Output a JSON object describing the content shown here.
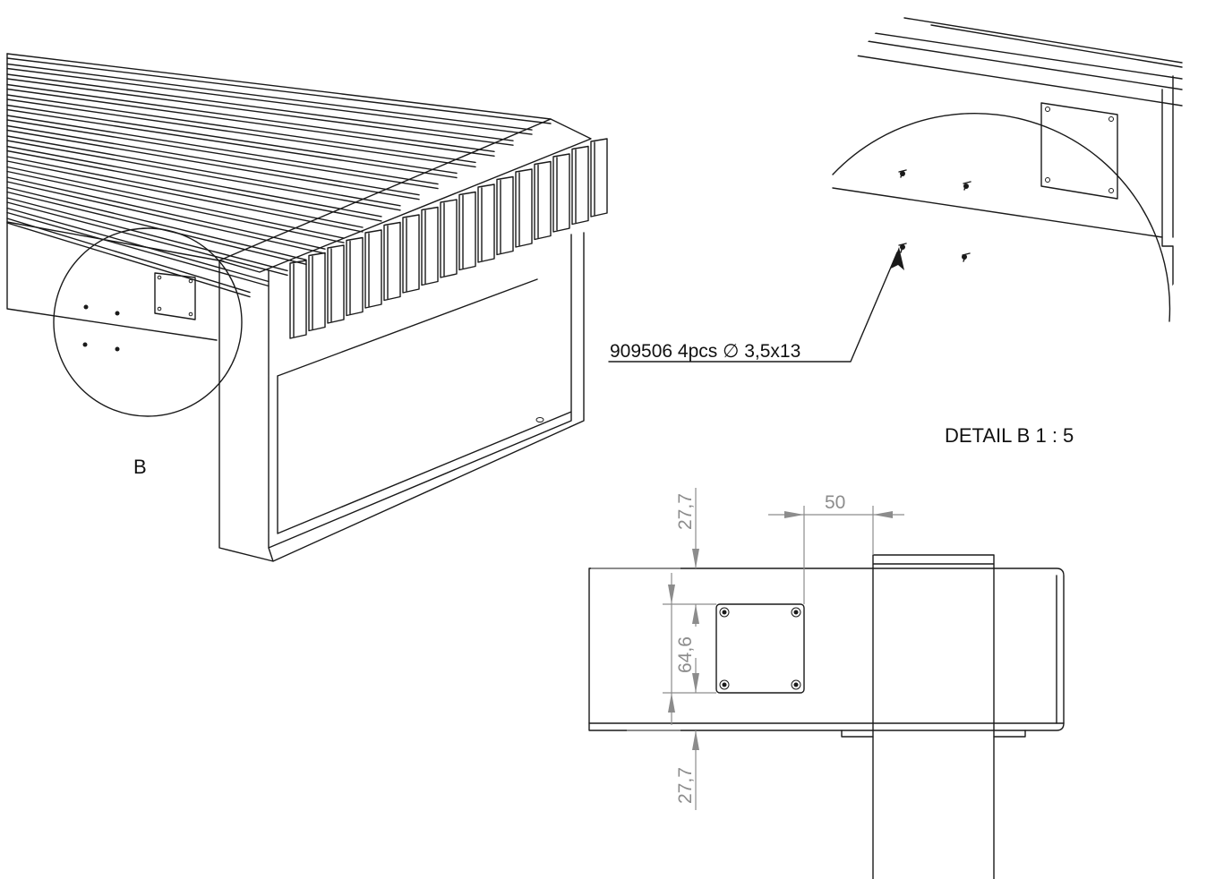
{
  "labels": {
    "detail_marker": "B",
    "detail_title": "DETAIL B 1 : 5",
    "part_callout": "909506 4pcs  ∅ 3,5x13"
  },
  "dimensions": {
    "width_50": "50",
    "top_27_7": "27,7",
    "plate_64_6": "64,6",
    "bottom_27_7": "27,7"
  },
  "colors": {
    "line": "#1a1a1a",
    "dimension": "#8c8c8c",
    "background": "#ffffff"
  }
}
